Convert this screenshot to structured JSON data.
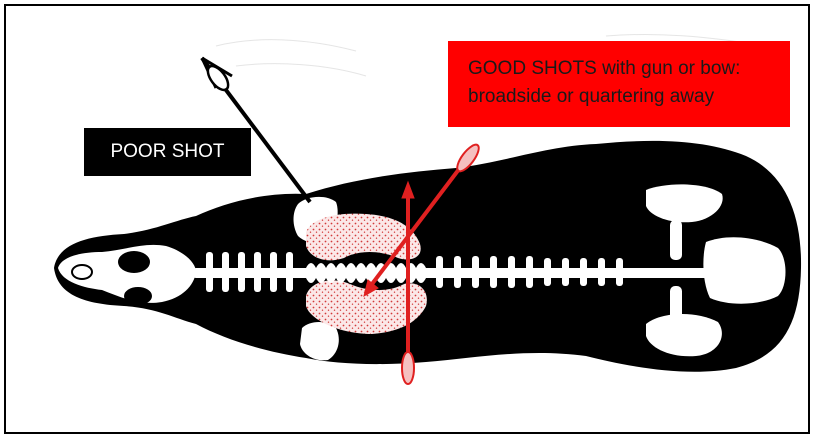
{
  "labels": {
    "poor_shot": "POOR SHOT",
    "good_shots_line1": "GOOD SHOTS with gun or bow:",
    "good_shots_line2": "broadside or quartering away"
  },
  "colors": {
    "poor_box": "#000000",
    "good_box": "#ff0000",
    "good_arrow": "#e02020",
    "vitals": "#e8a0a0",
    "silhouette": "#000000",
    "skeleton": "#ffffff"
  },
  "icons": {
    "poor_arrow": "arrow-icon",
    "good_arrows": "arrow-icon",
    "animal": "skeleton-silhouette"
  }
}
